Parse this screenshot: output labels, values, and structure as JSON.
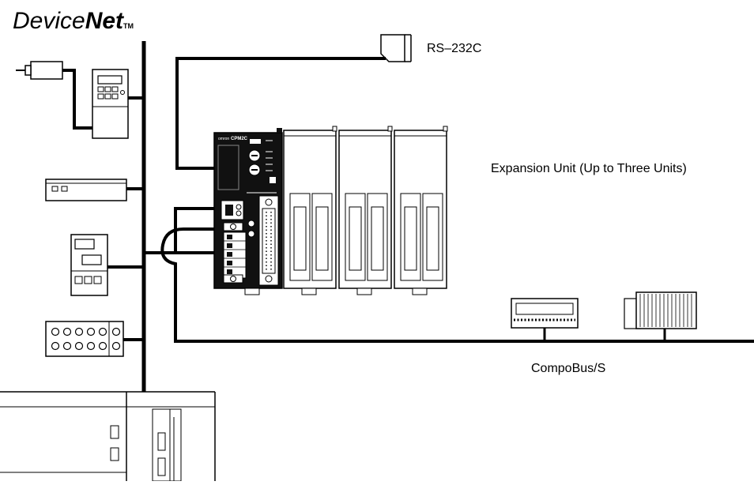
{
  "logo": {
    "text_a": "Device",
    "text_b": "Net",
    "mark": "TM"
  },
  "labels": {
    "rs232c": "RS–232C",
    "expansion": "Expansion Unit (Up to Three Units)",
    "compobus": "CompoBus/S"
  },
  "plc": {
    "brand": "omron",
    "model": "CPM2C"
  }
}
